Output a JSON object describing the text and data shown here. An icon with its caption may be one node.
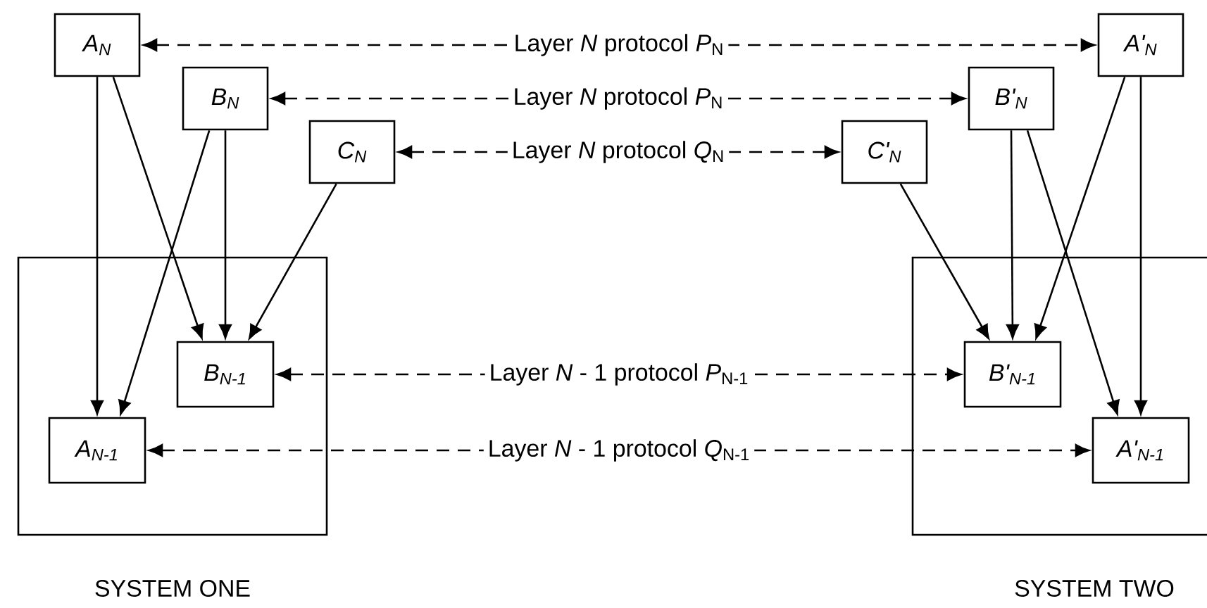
{
  "diagram": {
    "nodes": [
      {
        "text": [
          "A$_{N}$"
        ]
      },
      {
        "text": [
          "B$_{N}$"
        ]
      },
      {
        "text": [
          "C$_{N}$"
        ]
      },
      {
        "text": [
          "A'$_{N}$"
        ]
      },
      {
        "text": [
          "B'$_{N}$"
        ]
      },
      {
        "text": [
          "C'$_{N}$"
        ]
      },
      {
        "text": [
          "SYSTEM ONE"
        ]
      },
      {
        "text": [
          "B$_{N-1}$"
        ],
        "in": 6
      },
      {
        "text": [
          "A$_{N-1}$"
        ],
        "in": 6
      },
      {
        "text": [
          "SYSTEM TWO"
        ]
      },
      {
        "text": [
          "B'$_{N-1}$"
        ],
        "in": 9
      },
      {
        "text": [
          "A'$_{N-1}$"
        ],
        "in": 9
      }
    ],
    "edges": [
      {
        "from": 0,
        "to": 3,
        "arrow": "both",
        "style": "dashed",
        "label": "Layer *N* protocol *P*$_{N}$"
      },
      {
        "from": 1,
        "to": 4,
        "arrow": "both",
        "style": "dashed",
        "label": "Layer *N* protocol *P*$_{N}$"
      },
      {
        "from": 2,
        "to": 5,
        "arrow": "both",
        "style": "dashed",
        "label": "Layer *N* protocol *Q*$_{N}$"
      },
      {
        "from": 7,
        "to": 10,
        "arrow": "both",
        "style": "dashed",
        "label": "Layer *N* - 1 protocol *P*$_{N-1}$"
      },
      {
        "from": 8,
        "to": 11,
        "arrow": "both",
        "style": "dashed",
        "label": "Layer *N* - 1 protocol *Q*$_{N-1}$"
      },
      {
        "from": 0,
        "to": 8,
        "arrow": "to"
      },
      {
        "from": 0,
        "to": 7,
        "arrow": "to"
      },
      {
        "from": 1,
        "to": 8,
        "arrow": "to"
      },
      {
        "from": 1,
        "to": 7,
        "arrow": "to"
      },
      {
        "from": 2,
        "to": 7,
        "arrow": "to"
      },
      {
        "from": 3,
        "to": 10,
        "arrow": "to"
      },
      {
        "from": 3,
        "to": 11,
        "arrow": "to"
      },
      {
        "from": 4,
        "to": 10,
        "arrow": "to"
      },
      {
        "from": 4,
        "to": 11,
        "arrow": "to"
      },
      {
        "from": 5,
        "to": 10,
        "arrow": "to"
      }
    ]
  }
}
